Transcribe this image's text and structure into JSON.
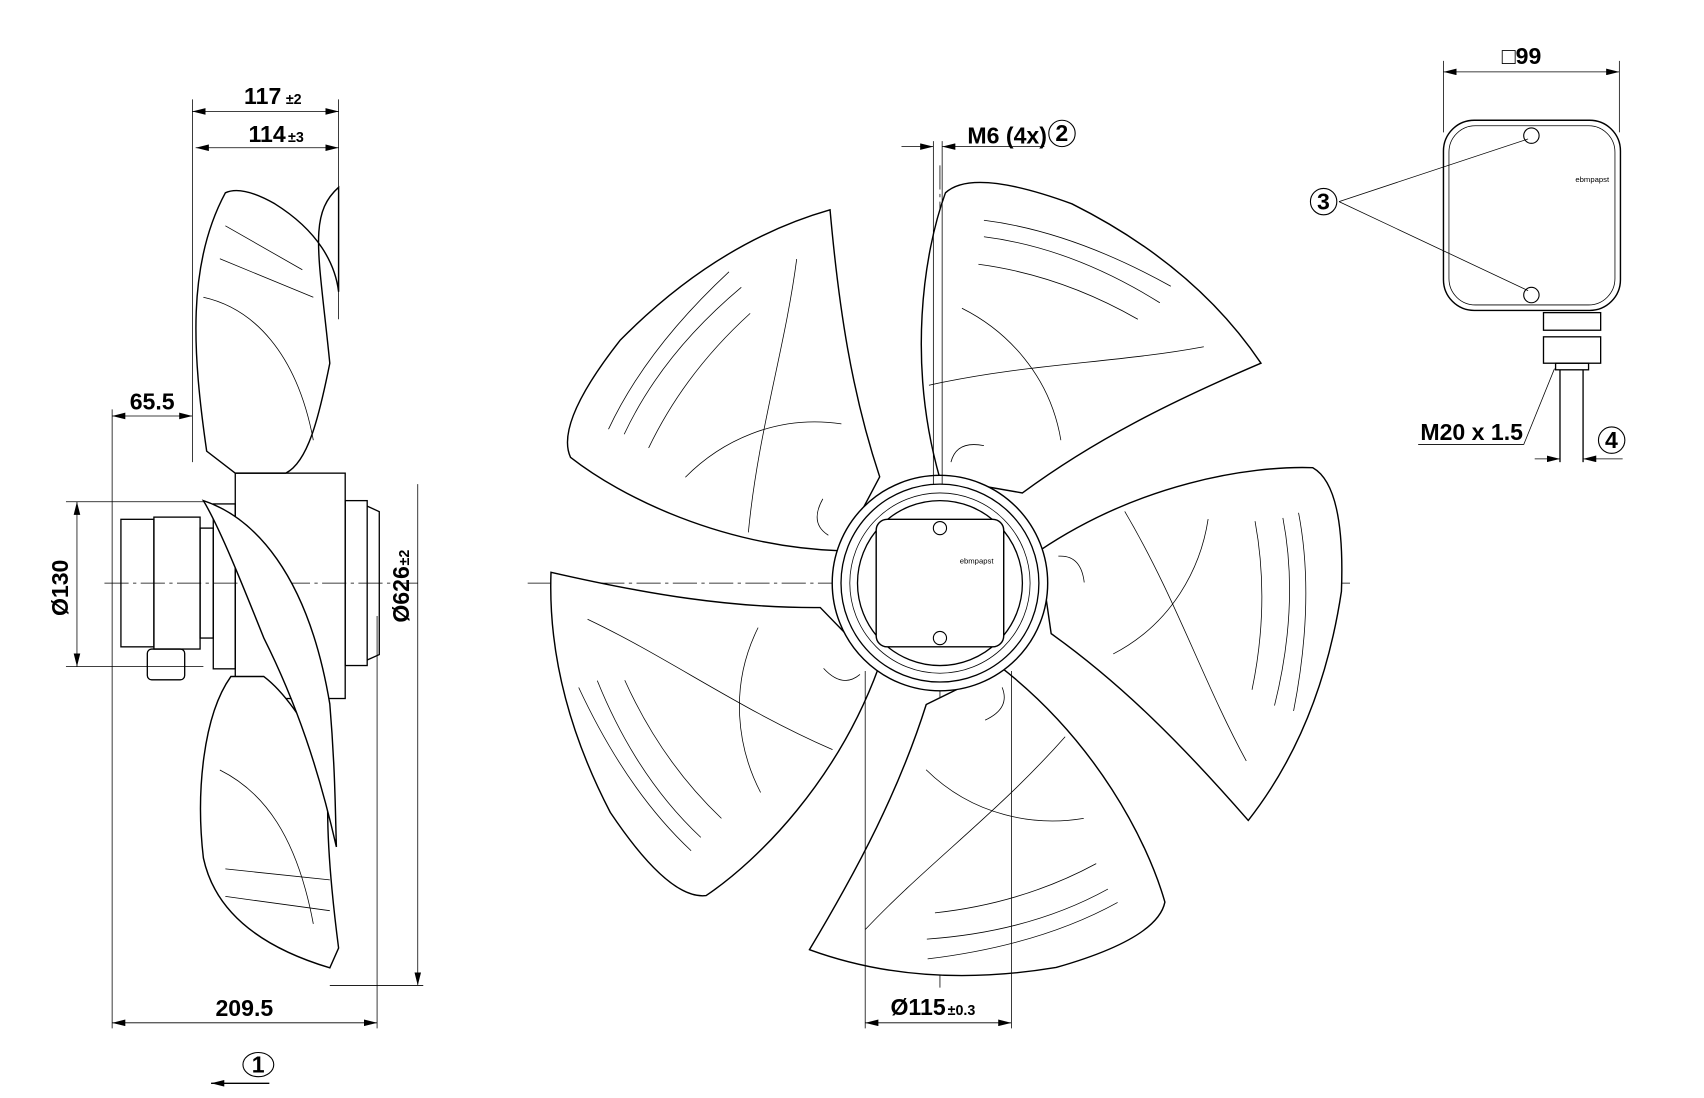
{
  "drawing": {
    "side_view": {
      "dim_117": {
        "value": "117",
        "tol": "±2"
      },
      "dim_114": {
        "value": "114",
        "tol": "±3"
      },
      "dim_65_5": "65.5",
      "dim_130": "Ø130",
      "dim_626": {
        "value": "Ø626",
        "tol": "±2"
      },
      "dim_209_5": "209.5",
      "callout_1": "1"
    },
    "front_view": {
      "thread_label": "M6 (4x)",
      "callout_2": "2",
      "dim_115": {
        "value": "Ø115",
        "tol": "±0.3"
      },
      "logo": "ebmpapst"
    },
    "terminal_box_view": {
      "dim_99": "□99",
      "callout_3": "3",
      "gland_label": "M20 x 1.5",
      "callout_4": "4",
      "logo": "ebmpapst"
    }
  }
}
